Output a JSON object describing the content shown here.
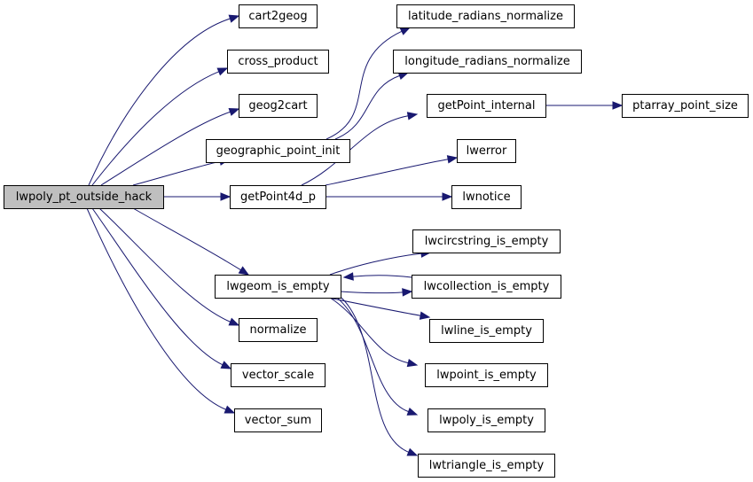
{
  "diagram": {
    "nodes": [
      {
        "id": "lwpoly_pt_outside_hack",
        "label": "lwpoly_pt_outside_hack",
        "root": true
      },
      {
        "id": "cart2geog",
        "label": "cart2geog"
      },
      {
        "id": "cross_product",
        "label": "cross_product"
      },
      {
        "id": "geog2cart",
        "label": "geog2cart"
      },
      {
        "id": "geographic_point_init",
        "label": "geographic_point_init"
      },
      {
        "id": "getPoint4d_p",
        "label": "getPoint4d_p"
      },
      {
        "id": "lwgeom_is_empty",
        "label": "lwgeom_is_empty"
      },
      {
        "id": "normalize",
        "label": "normalize"
      },
      {
        "id": "vector_scale",
        "label": "vector_scale"
      },
      {
        "id": "vector_sum",
        "label": "vector_sum"
      },
      {
        "id": "latitude_radians_normalize",
        "label": "latitude_radians_normalize"
      },
      {
        "id": "longitude_radians_normalize",
        "label": "longitude_radians_normalize"
      },
      {
        "id": "getPoint_internal",
        "label": "getPoint_internal"
      },
      {
        "id": "lwerror",
        "label": "lwerror"
      },
      {
        "id": "lwnotice",
        "label": "lwnotice"
      },
      {
        "id": "ptarray_point_size",
        "label": "ptarray_point_size"
      },
      {
        "id": "lwcircstring_is_empty",
        "label": "lwcircstring_is_empty"
      },
      {
        "id": "lwcollection_is_empty",
        "label": "lwcollection_is_empty"
      },
      {
        "id": "lwline_is_empty",
        "label": "lwline_is_empty"
      },
      {
        "id": "lwpoint_is_empty",
        "label": "lwpoint_is_empty"
      },
      {
        "id": "lwpoly_is_empty",
        "label": "lwpoly_is_empty"
      },
      {
        "id": "lwtriangle_is_empty",
        "label": "lwtriangle_is_empty"
      }
    ],
    "edges": [
      {
        "from": "lwpoly_pt_outside_hack",
        "to": "cart2geog"
      },
      {
        "from": "lwpoly_pt_outside_hack",
        "to": "cross_product"
      },
      {
        "from": "lwpoly_pt_outside_hack",
        "to": "geog2cart"
      },
      {
        "from": "lwpoly_pt_outside_hack",
        "to": "geographic_point_init"
      },
      {
        "from": "lwpoly_pt_outside_hack",
        "to": "getPoint4d_p"
      },
      {
        "from": "lwpoly_pt_outside_hack",
        "to": "lwgeom_is_empty"
      },
      {
        "from": "lwpoly_pt_outside_hack",
        "to": "normalize"
      },
      {
        "from": "lwpoly_pt_outside_hack",
        "to": "vector_scale"
      },
      {
        "from": "lwpoly_pt_outside_hack",
        "to": "vector_sum"
      },
      {
        "from": "geographic_point_init",
        "to": "latitude_radians_normalize"
      },
      {
        "from": "geographic_point_init",
        "to": "longitude_radians_normalize"
      },
      {
        "from": "getPoint4d_p",
        "to": "getPoint_internal"
      },
      {
        "from": "getPoint4d_p",
        "to": "lwerror"
      },
      {
        "from": "getPoint4d_p",
        "to": "lwnotice"
      },
      {
        "from": "getPoint_internal",
        "to": "ptarray_point_size"
      },
      {
        "from": "lwgeom_is_empty",
        "to": "lwcircstring_is_empty"
      },
      {
        "from": "lwgeom_is_empty",
        "to": "lwcollection_is_empty"
      },
      {
        "from": "lwgeom_is_empty",
        "to": "lwline_is_empty"
      },
      {
        "from": "lwgeom_is_empty",
        "to": "lwpoint_is_empty"
      },
      {
        "from": "lwgeom_is_empty",
        "to": "lwpoly_is_empty"
      },
      {
        "from": "lwgeom_is_empty",
        "to": "lwtriangle_is_empty"
      },
      {
        "from": "lwcollection_is_empty",
        "to": "lwgeom_is_empty"
      }
    ],
    "colors": {
      "edge": "#191970",
      "node_border": "#000000",
      "root_fill": "#bfbfbf",
      "node_fill": "#ffffff"
    }
  }
}
